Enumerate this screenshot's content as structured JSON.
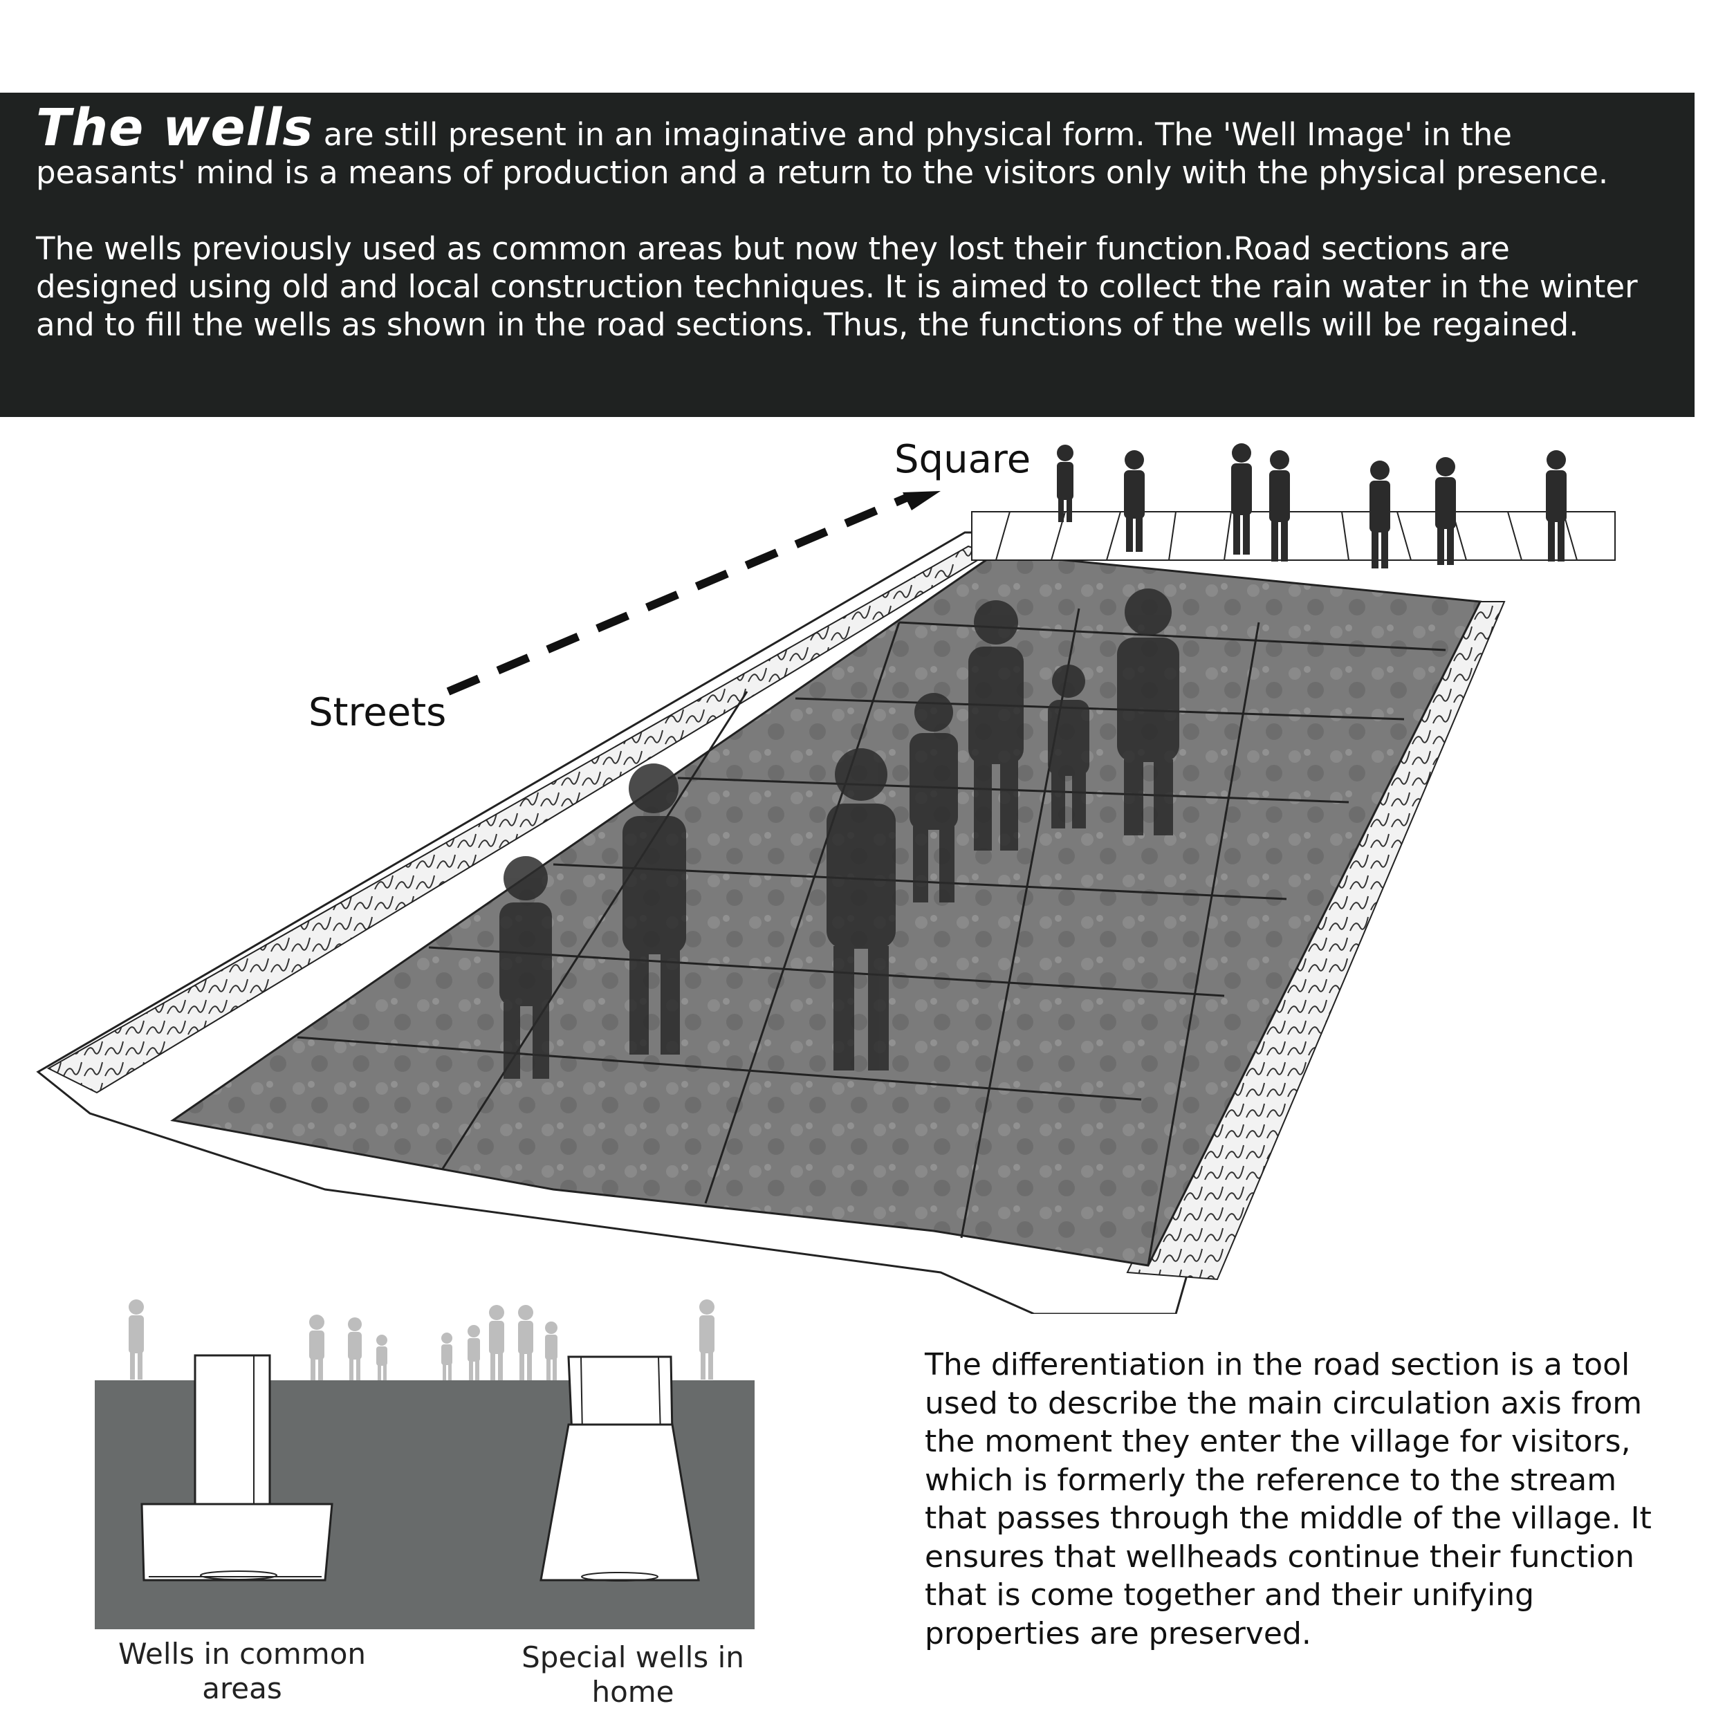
{
  "intro": {
    "headword": "The wells",
    "p1_rest": " are still present in an imaginative and physical form. The 'Well Image' in the peasants' mind is a means of production and a return to the visitors only with the physical presence.",
    "p2": "The wells previously used as common areas but now they lost their function.Road sections are designed using old and local construction techniques. It is aimed to collect the rain water in the winter and to fill the wells as shown in the road sections. Thus, the functions of the wells will be regained."
  },
  "diagram": {
    "label_square": "Square",
    "label_streets": "Streets"
  },
  "description": "The differentiation in the road section is a tool used to describe the main circulation axis from the moment they enter the village for visitors, which is formerly the reference to the stream that passes through the middle of the village. It ensures that wellheads continue their function that is come together and their unifying properties are preserved.",
  "wells": {
    "common_caption": "Wells in common areas",
    "home_caption": "Special wells in home"
  },
  "colors": {
    "banner_bg": "#1f2221",
    "ground": "#686b6b",
    "stone": "#7a7a7a",
    "figure": "#2b2b2b",
    "figure_light": "#bdbdbd"
  }
}
